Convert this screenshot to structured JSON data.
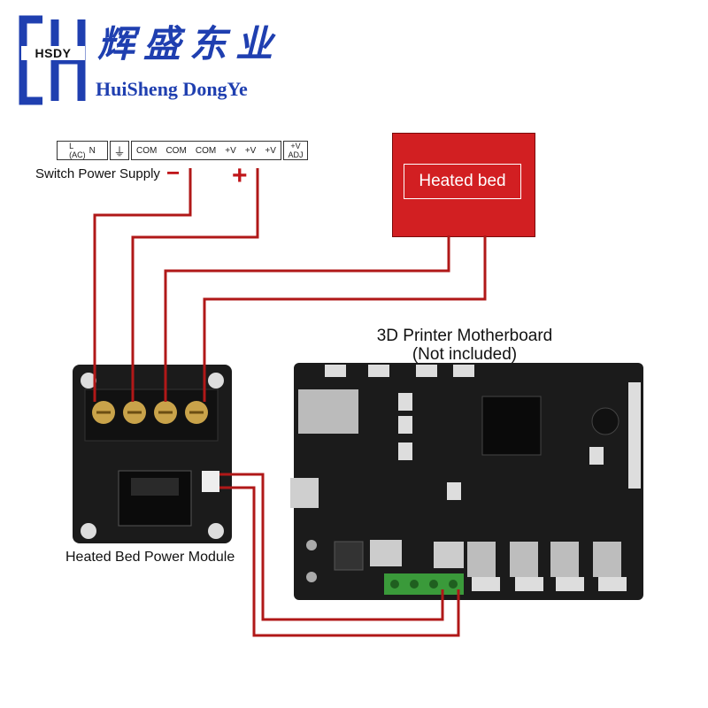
{
  "brand": {
    "logo_letters": "HSDY",
    "name_cn": "辉盛东业",
    "name_en": "HuiSheng DongYe"
  },
  "power_supply": {
    "label": "Switch Power Supply",
    "terminals": [
      "L\n(AC)",
      "N",
      "⏚",
      "COM",
      "COM",
      "COM",
      "+V",
      "+V",
      "+V",
      "+V\nADJ"
    ],
    "minus_sign": "−",
    "plus_sign": "+"
  },
  "heated_bed": {
    "label": "Heated bed"
  },
  "motherboard": {
    "title_line1": "3D Printer Motherboard",
    "title_line2": "(Not included)"
  },
  "power_module": {
    "label": "Heated Bed Power Module"
  },
  "colors": {
    "wire": "#b01818",
    "brand_blue": "#1f3fb0",
    "heated_bed": "#d21f22",
    "pcb": "#1b1b1b"
  }
}
